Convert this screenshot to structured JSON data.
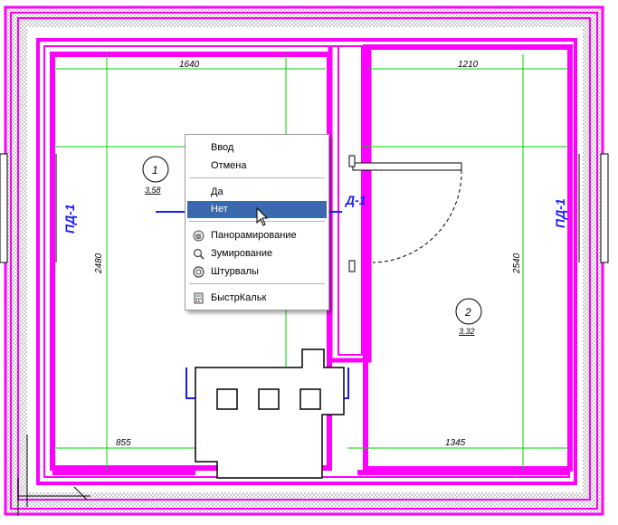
{
  "drawing": {
    "dims": {
      "d1640": "1640",
      "d1210": "1210",
      "d2480": "2480",
      "d2540": "2540",
      "d855": "855",
      "d1345": "1345"
    },
    "rooms": [
      {
        "num": "1",
        "area": "3,58"
      },
      {
        "num": "2",
        "area": "3,32"
      }
    ],
    "tags": {
      "pd_left": "ПД-1",
      "pd_right": "ПД-1",
      "door": "Д-1"
    },
    "colors": {
      "wall": "#ff00ff",
      "dim": "#00d000",
      "tag": "#1a1aff",
      "line": "#000000"
    }
  },
  "context_menu": {
    "items": {
      "enter": "Ввод",
      "cancel": "Отмена",
      "yes": "Да",
      "no": "Нет",
      "pan": "Панорамирование",
      "zoom": "Зумирование",
      "wheels": "Штурвалы",
      "quickcalc": "БыстрКальк"
    },
    "highlighted": "no",
    "highlight_color": "#3b69ad"
  }
}
